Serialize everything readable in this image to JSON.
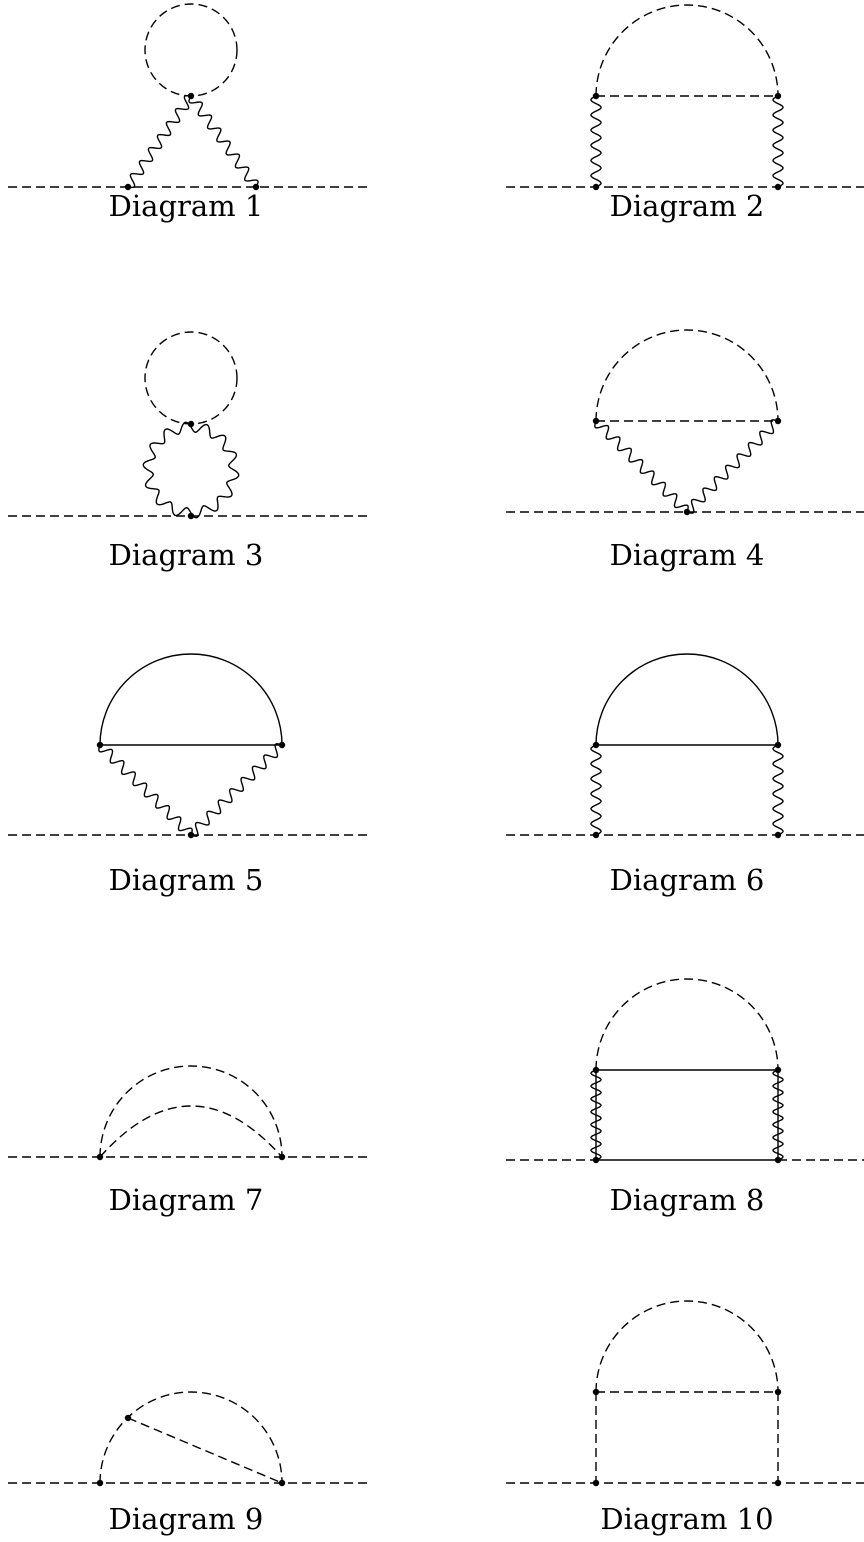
{
  "diagrams": [
    {
      "caption": "Diagram 1"
    },
    {
      "caption": "Diagram 2"
    },
    {
      "caption": "Diagram 3"
    },
    {
      "caption": "Diagram 4"
    },
    {
      "caption": "Diagram 5"
    },
    {
      "caption": "Diagram 6"
    },
    {
      "caption": "Diagram 7"
    },
    {
      "caption": "Diagram 8"
    },
    {
      "caption": "Diagram 9"
    },
    {
      "caption": "Diagram 10"
    }
  ],
  "colors": {
    "stroke": "#000000",
    "background": "#ffffff"
  }
}
